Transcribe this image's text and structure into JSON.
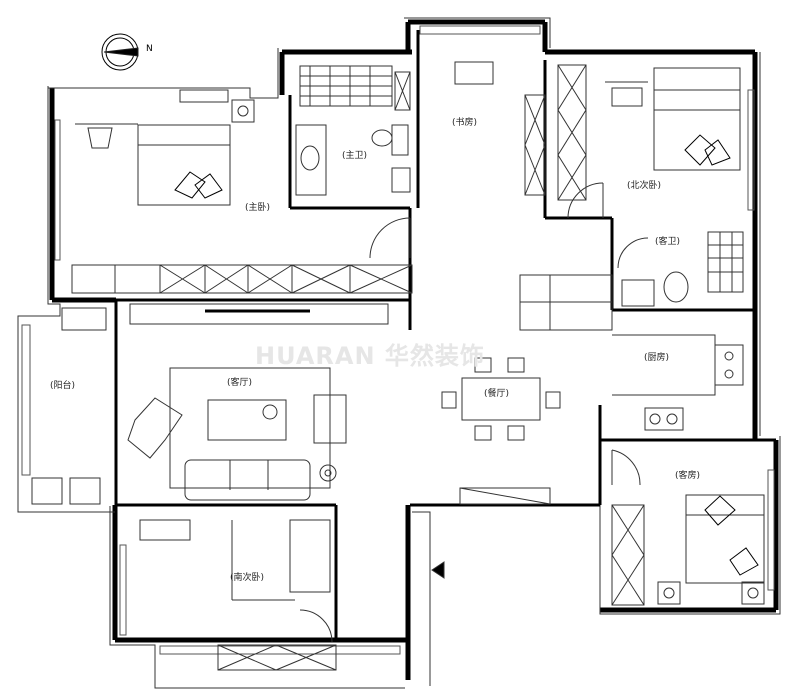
{
  "compass": {
    "north_label": "N"
  },
  "watermark": "HUARAN 华然装饰",
  "rooms": {
    "master_bedroom": "(主卧)",
    "master_bath": "(主卫)",
    "study": "(书房)",
    "north_bedroom": "(北次卧)",
    "guest_bath": "(客卫)",
    "kitchen": "(厨房)",
    "living_room": "(客厅)",
    "dining_room": "(餐厅)",
    "balcony": "(阳台)",
    "south_bedroom": "(南次卧)",
    "guest_bedroom": "(客房)"
  },
  "colors": {
    "wall": "#000000",
    "line": "#222222",
    "watermark": "#e6e6e6"
  }
}
